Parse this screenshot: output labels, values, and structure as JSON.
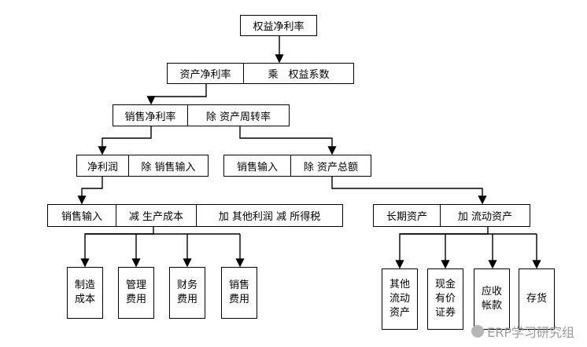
{
  "level1": {
    "top": "权益净利率"
  },
  "level2": {
    "left": "资产净利率",
    "right": "乘　权益系数"
  },
  "level3": {
    "left": "销售净利率",
    "right": "除 资产周转率"
  },
  "level4": {
    "a_left": "净利润",
    "a_right": "除 销售输入",
    "b_left": "销售输入",
    "b_right": "除 资产总额"
  },
  "level5": {
    "a1": "销售输入",
    "a2": "减 生产成本",
    "a3": "加 其他利润 减 所得税",
    "b1": "长期资产",
    "b2": "加 流动资产"
  },
  "leaves_left": [
    {
      "l1": "制造",
      "l2": "成本"
    },
    {
      "l1": "管理",
      "l2": "费用"
    },
    {
      "l1": "财务",
      "l2": "费用"
    },
    {
      "l1": "销售",
      "l2": "费用"
    }
  ],
  "leaves_right": [
    {
      "l1": "其他",
      "l2": "流动",
      "l3": "资产"
    },
    {
      "l1": "现金",
      "l2": "有价",
      "l3": "证券"
    },
    {
      "l1": "应收",
      "l2": "帐款"
    },
    {
      "l1": "存货"
    }
  ],
  "watermark": {
    "text": "ERP学习研究组"
  }
}
